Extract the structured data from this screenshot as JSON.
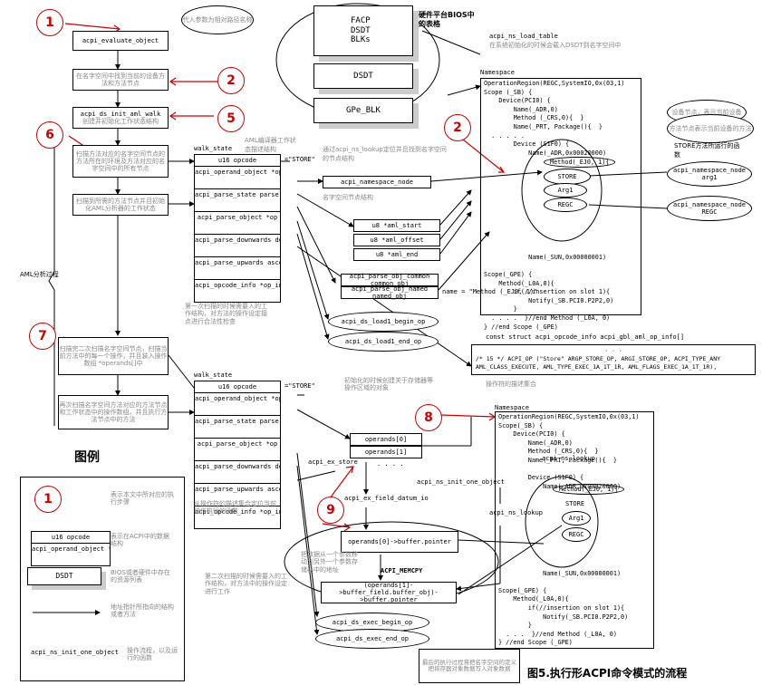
{
  "steps": {
    "s1": "1",
    "s2": "2",
    "s5": "5",
    "s6": "6",
    "s2b": "2",
    "s7": "7",
    "s8": "8",
    "s9": "9",
    "legend": "1"
  },
  "flow": {
    "evaluate": "acpi_evaluate_object",
    "find_node": "在名字空间中找到当前的设备方法和方法节点",
    "init_walk": "acpi_ds_init_aml_walk",
    "init_walk_desc": "创建并初始化工作状态结构",
    "scan_ns": "扫描方法对应的名字空间节点的方法所在的环境及方法对应的名字空间中的所有节点",
    "scan_aml": "扫描到所需的方法节点并且初始化AML分析器的工作状态",
    "aml_analysis": "AML分析过程",
    "exec_load": "扫描完二次扫描名字空间节点，扫描当前方法中的每一个操作，并且装入操作数组 *operands[]中",
    "exec_run": "再次扫描名字空间方法对应的方法节点和工作状态中的操作数组，并且执行方法节点中的方法"
  },
  "notes": {
    "param_name": "代入参数为相对路径名称",
    "bios_tables": "硬件平台BIOS中的表格",
    "load_table_desc": "在系统初始化的时候会载入DSDT到名字空间中",
    "namespace_label": "Namespace",
    "device_node": "设备节点，表示当前设备",
    "method_node": "方法节点表示当前设备的方法",
    "store_desc": "STORE方法所运行的函数",
    "lookup_desc": "通过acpi_ns_lookup定位并且找到名字空间的节点结构",
    "aml_state": "AML编译器工作状态描述结构",
    "ns_struct": "名字空间节点结构",
    "scan_all": "第一次扫描的时候需要入的工作结构，对方法的操作设定接点进行合法性检查",
    "init_scan": "初始化的时候创建关于存储器等操作区域的对象",
    "op_set": "操作符的描述集合",
    "op_struct": "从操作符的描述集合定位当前操作执行的函数",
    "store_operands": "把数据从一个参数移动到另外一个参数存储器中的地址",
    "second_scan": "第二次扫描的时候需要入的工作结构，对方法中的操作设定进行工作",
    "final_exec": "最后的执行过程将把名字空间的定义把将存器对象数据写入对象数据"
  },
  "hw": {
    "facp": "FACP",
    "dsdt": "DSDT",
    "blks": "BLKs",
    "dsdt2": "DSDT",
    "gpe": "GPe_BLK",
    "load_table": "acpi_ns_load_table"
  },
  "walk1": {
    "title": "walk_state",
    "rows": [
      "u16 opcode",
      "acpi_operand_object *operands[]",
      "acpi_parse_state parser_state",
      "acpi_parse_object *op",
      "acpi_parse_downwards descending_callback",
      "acpi_parse_upwards ascending_callback",
      "acpi_opcode_info *op_info"
    ],
    "eq_store": "=\"STORE\""
  },
  "walk2": {
    "title": "walk_state",
    "rows": [
      "u16 opcode",
      "acpi_operand_object *operands[]",
      "acpi_parse_state parser_state",
      "acpi_parse_object *op",
      "acpi_parse_downwards descending_callback",
      "acpi_parse_upwards ascending_callback",
      "acpi_opcode_info *op_info"
    ],
    "eq_store": "=\"STORE\""
  },
  "mid": {
    "ns_node": "acpi_namespace_node",
    "aml_start": "u8 *aml_start",
    "aml_offset": "u8 *aml_offset",
    "aml_end": "u8 *aml_end",
    "parse_common": "acpi_parse_obj_common common_obj",
    "parse_named": "acpi_parse_obj_named named_obj",
    "name_eq": "name = \"Method (_EJ0, 1)\"",
    "load1_begin": "acpi_ds_load1_begin_op",
    "load1_end": "acpi_ds_load1_end_op",
    "operands0": "operands[0]",
    "operands1": "operands[1]",
    "ex_store": "acpi_ex_store",
    "ns_init_one": "acpi_ns_init_one_object",
    "ns_lookup": "acpi_ns_lookup",
    "ex_field": "acpi_ex_field_datum_io",
    "buf0": "operands[0]->buffer.pointer",
    "memcpy": "ACPI_MEMCPY",
    "buf1": "(operands[1]->buffer_field.buffer_obj)->buffer.pointer",
    "exec_begin": "acpi_ds_exec_begin_op",
    "exec_end": "acpi_ds_exec_end_op",
    "dots": "· · · ·"
  },
  "right": {
    "store": "STORE",
    "arg1": "Arg1",
    "regc": "REGC",
    "ns_node_arg1a": "acpi_namespace_node",
    "ns_node_arg1b": "arg1",
    "ns_node_regca": "acpi_namespace_node",
    "ns_node_regcb": "REGC",
    "method_ej0": "Method(_EJ0, 1){",
    "opcode_info": "const struct acpi_opcode_info acpi_gbl_aml_op_info[]",
    "opcode_dots": "· · ·",
    "opcode_line1": "/* 15 */ ACPI_OP (\"Store\" ARGP_STORE_OP, ARGI_STORE_OP,    ACPI_TYPE_ANY",
    "opcode_line2": "AML_CLASS_EXECUTE, AML_TYPE_EXEC_1A_1T_1R, AML_FLAGS_EXEC_1A_1T_1R),",
    "opcode_dots2": "· · ·"
  },
  "ns1": [
    "OperationRegion(REGC,SystemIO,0x(03,1)",
    "Scope (_SB) {",
    "    Device(PCI0) {",
    "        Name(_ADR,0)",
    "        Method (_CRS,0){  }",
    "        Name(_PRT, Package(){  }",
    "  . . . . .",
    "        Device (S1F0) {",
    "            Name(_ADR,0x00020000)",
    "",
    "",
    "",
    "",
    "",
    "",
    "",
    "",
    "",
    "",
    "",
    "            Name(_SUN,0x00000001)",
    "",
    "Scope(_GPE) {",
    "    Method(_L0A,0){",
    "        if(//insertion on slot 1){",
    "            Notify(_SB.PCI0.P2P2,0)",
    "        }",
    "  . . . .  }//end Method (_L0A, 0)",
    "} //end Scope (_GPE)"
  ],
  "ns2": [
    "OperationRegion(REGC,SystemIO,0x(03,1)",
    "Scope(_SB) {",
    "    Device(PCI0) {",
    "        Name(_ADR,0)",
    "        Method (_CRS,0){  }",
    "        Name(_PRT, Package(){  }",
    "",
    "        Device (S1F0) {",
    "            Name(_ADR,0x00020000)",
    "",
    "",
    "",
    "",
    "",
    "",
    "",
    "",
    "",
    "            Name(_SUN,0x00000001)",
    "",
    "Scope(_GPE) {",
    "    Method(_L0A,0){",
    "        if(//insertion on slot 1){",
    "            Notify(_SB.PCI0.P2P2,0)",
    "        }",
    "  . . .  }//end Method (_L0A, 0)",
    "} //end Scope (_GPE)"
  ],
  "legend": {
    "title": "图例",
    "circle_desc": "表示本文中所对应的执行步骤",
    "struct_a": "u16  opcode",
    "struct_b": "acpi_operand_object *operands[]",
    "struct_desc": "表示在ACPI中的数据结构",
    "dsdt": "DSDT",
    "dsdt_desc": "BIOS或者硬件中存在的资源列表",
    "arrow_desc": "地址指针所指向的结构或者方法",
    "func": "acpi_ns_init_one_object",
    "func_desc": "操作流程，以及运行的函数"
  },
  "caption": "图5.执行形ACPI命令模式的流程"
}
